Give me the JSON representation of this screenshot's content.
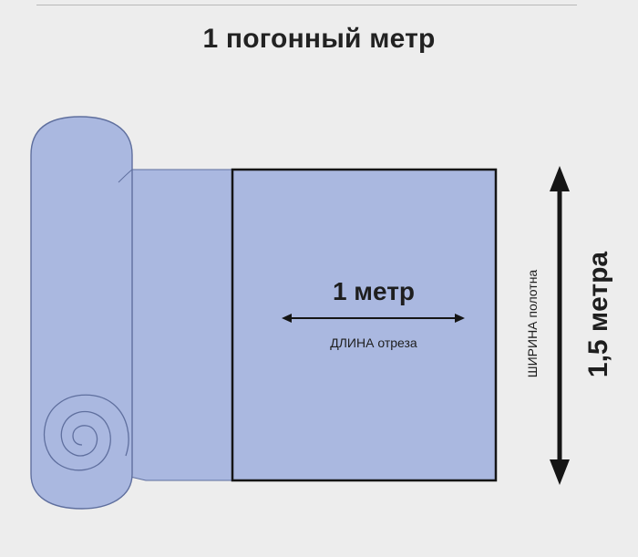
{
  "title": "1 погонный метр",
  "length": {
    "value": "1 метр",
    "caption_upper": "ДЛИНА",
    "caption_lower": "отреза"
  },
  "width": {
    "value": "1,5 метра",
    "caption_upper": "ШИРИНА",
    "caption_lower": "полотна"
  },
  "colors": {
    "fabric_fill": "#aab8e0",
    "fabric_outline": "#5f6f9e",
    "cut_border": "#151515",
    "arrow": "#151515"
  },
  "icons": [
    "fabric-roll-icon",
    "spiral-end-icon",
    "double-arrow-horizontal-icon",
    "double-arrow-vertical-icon"
  ]
}
